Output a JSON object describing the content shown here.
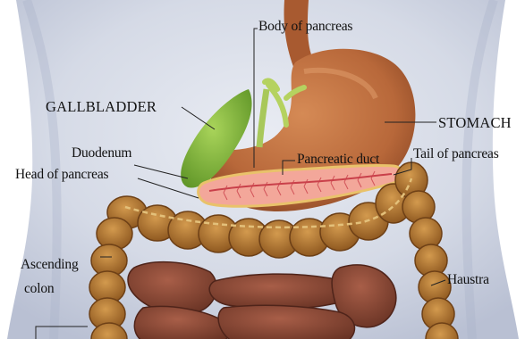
{
  "labels": {
    "body_of_pancreas": "Body of pancreas",
    "gallbladder": "GALLBLADDER",
    "stomach": "STOMACH",
    "duodenum": "Duodenum",
    "pancreatic_duct": "Pancreatic duct",
    "tail_of_pancreas": "Tail of pancreas",
    "head_of_pancreas": "Head of pancreas",
    "ascending": "Ascending",
    "colon": "colon",
    "haustra": "Haustra"
  },
  "colors": {
    "background": "#ffffff",
    "torso": "#c9cfe0",
    "stomach": "#b8683a",
    "gallbladder": "#7fb43a",
    "bile_duct": "#a8c85a",
    "pancreas": "#f3a79a",
    "pancreatic_duct": "#f4d36a",
    "colon": "#b0742c",
    "small_intestine": "#8a4a36",
    "leader_line": "#222222"
  }
}
